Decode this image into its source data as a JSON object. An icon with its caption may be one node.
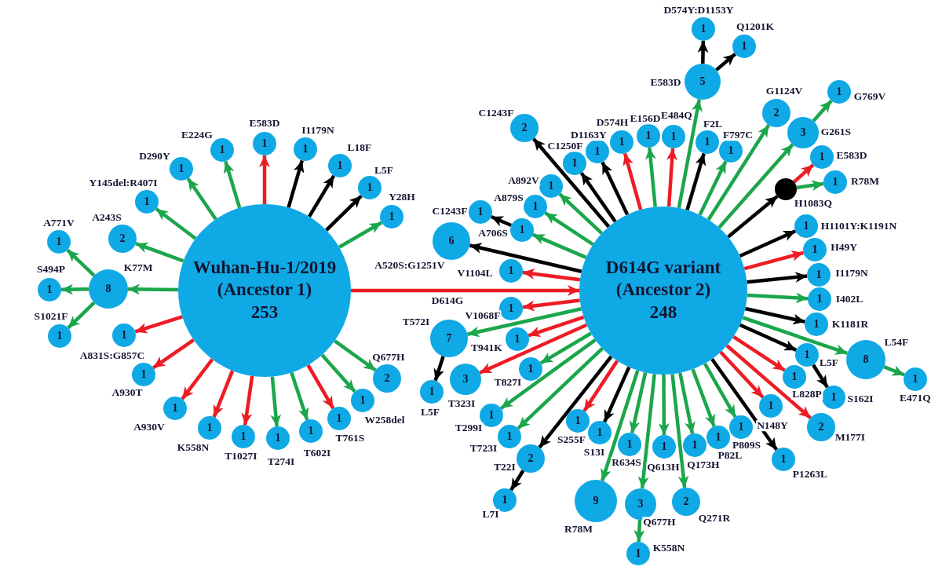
{
  "diagram": {
    "nodes": [
      {
        "text": [
          "Wuhan-Hu-1/2019 (Ancestor 1)",
          "253"
        ]
      },
      {
        "text": [
          "D614G variant (Ancestor 2)",
          "248"
        ]
      },
      {
        "text": [
          "8"
        ],
        "beside": [
          "K77M"
        ]
      },
      {
        "text": [
          "1"
        ],
        "beside": [
          "A771V"
        ]
      },
      {
        "text": [
          "1"
        ],
        "beside": [
          "S494P"
        ]
      },
      {
        "text": [
          "1"
        ],
        "beside": [
          "S1021F"
        ]
      },
      {
        "text": [
          "2"
        ],
        "beside": [
          "A243S"
        ]
      },
      {
        "text": [
          "1"
        ],
        "beside": [
          "Y145del:R407I"
        ]
      },
      {
        "text": [
          "1"
        ],
        "beside": [
          "D290Y"
        ]
      },
      {
        "text": [
          "1"
        ],
        "beside": [
          "E224G"
        ]
      },
      {
        "text": [
          "1"
        ],
        "beside": [
          "E583D"
        ]
      },
      {
        "text": [
          "1"
        ],
        "beside": [
          "I1179N"
        ]
      },
      {
        "text": [
          "1"
        ],
        "beside": [
          "L18F"
        ]
      },
      {
        "text": [
          "1"
        ],
        "beside": [
          "L5F"
        ]
      },
      {
        "text": [
          "1"
        ],
        "beside": [
          "Y28H"
        ]
      },
      {
        "text": [
          "2"
        ],
        "beside": [
          "Q677H"
        ]
      },
      {
        "text": [
          "1"
        ],
        "beside": [
          "W258del"
        ]
      },
      {
        "text": [
          "1"
        ],
        "beside": [
          "T761S"
        ]
      },
      {
        "text": [
          "1"
        ],
        "beside": [
          "T602I"
        ]
      },
      {
        "text": [
          "1"
        ],
        "beside": [
          "T274I"
        ]
      },
      {
        "text": [
          "1"
        ],
        "beside": [
          "T1027I"
        ]
      },
      {
        "text": [
          "1"
        ],
        "beside": [
          "K558N"
        ]
      },
      {
        "text": [
          "1"
        ],
        "beside": [
          "A930V"
        ]
      },
      {
        "text": [
          "1"
        ],
        "beside": [
          "A930T"
        ]
      },
      {
        "text": [
          "1"
        ],
        "beside": [
          "A831S:G857C"
        ]
      },
      {
        "text": [
          "6"
        ],
        "beside": [
          "A520S:G1251V"
        ]
      },
      {
        "text": [
          "1"
        ],
        "beside": [
          "A706S"
        ]
      },
      {
        "text": [
          "1"
        ],
        "beside": [
          "C1243F"
        ]
      },
      {
        "text": [
          "1"
        ],
        "beside": [
          "A879S"
        ]
      },
      {
        "text": [
          "1"
        ],
        "beside": [
          "A892V"
        ]
      },
      {
        "text": [
          "2"
        ],
        "beside": [
          "C1243F"
        ]
      },
      {
        "text": [
          "1"
        ],
        "beside": [
          "C1250F"
        ]
      },
      {
        "text": [
          "1"
        ],
        "beside": [
          "D1163Y"
        ]
      },
      {
        "text": [
          "1"
        ],
        "beside": [
          "D574H"
        ]
      },
      {
        "text": [
          "1"
        ],
        "beside": [
          "E156D"
        ]
      },
      {
        "text": [
          "1"
        ],
        "beside": [
          "E484Q"
        ]
      },
      {
        "text": [
          "5"
        ],
        "beside": [
          "E583D"
        ]
      },
      {
        "text": [
          "1"
        ],
        "beside": [
          "D574Y:D1153Y"
        ]
      },
      {
        "text": [
          "1"
        ],
        "beside": [
          "Q1201K"
        ]
      },
      {
        "text": [
          "1"
        ],
        "beside": [
          "F2L"
        ]
      },
      {
        "text": [
          "1"
        ],
        "beside": [
          "F797C"
        ]
      },
      {
        "text": [
          "2"
        ],
        "beside": [
          "G1124V"
        ]
      },
      {
        "text": [
          "3"
        ],
        "beside": [
          "G261S"
        ]
      },
      {
        "text": [
          "1"
        ],
        "beside": [
          "G769V"
        ]
      },
      {
        "text": [],
        "shape": "circle",
        "beside": [
          "H1083Q"
        ]
      },
      {
        "text": [
          "1"
        ],
        "beside": [
          "E583D"
        ]
      },
      {
        "text": [
          "1"
        ],
        "beside": [
          "R78M"
        ]
      },
      {
        "text": [
          "1"
        ],
        "beside": [
          "H1101Y:K1191N"
        ]
      },
      {
        "text": [
          "1"
        ],
        "beside": [
          "H49Y"
        ]
      },
      {
        "text": [
          "1"
        ],
        "beside": [
          "I1179N"
        ]
      },
      {
        "text": [
          "1"
        ],
        "beside": [
          "I402L"
        ]
      },
      {
        "text": [
          "1"
        ],
        "beside": [
          "K1181R"
        ]
      },
      {
        "text": [
          "8"
        ],
        "beside": [
          "L54F"
        ]
      },
      {
        "text": [
          "1"
        ],
        "beside": [
          "E471Q"
        ]
      },
      {
        "text": [
          "1"
        ],
        "beside": [
          "L5F"
        ]
      },
      {
        "text": [
          "1"
        ],
        "beside": [
          "S162I"
        ]
      },
      {
        "text": [
          "1"
        ],
        "beside": [
          "L828P"
        ]
      },
      {
        "text": [
          "2"
        ],
        "beside": [
          "M177I"
        ]
      },
      {
        "text": [
          "1"
        ],
        "beside": [
          "N148Y"
        ]
      },
      {
        "text": [
          "1"
        ],
        "beside": [
          "P1263L"
        ]
      },
      {
        "text": [
          "1"
        ],
        "beside": [
          "P809S"
        ]
      },
      {
        "text": [
          "1"
        ],
        "beside": [
          "P82L"
        ]
      },
      {
        "text": [
          "1"
        ],
        "beside": [
          "Q173H"
        ]
      },
      {
        "text": [
          "2"
        ],
        "beside": [
          "Q271R"
        ]
      },
      {
        "text": [
          "1"
        ],
        "beside": [
          "Q613H"
        ]
      },
      {
        "text": [
          "3"
        ],
        "beside": [
          "Q677H"
        ]
      },
      {
        "text": [
          "1"
        ],
        "beside": [
          "K558N"
        ]
      },
      {
        "text": [
          "1"
        ],
        "beside": [
          "R634S"
        ]
      },
      {
        "text": [
          "9"
        ],
        "beside": [
          "R78M"
        ]
      },
      {
        "text": [
          "1"
        ],
        "beside": [
          "S13I"
        ]
      },
      {
        "text": [
          "1"
        ],
        "beside": [
          "S255F"
        ]
      },
      {
        "text": [
          "2"
        ],
        "beside": [
          "T22I"
        ]
      },
      {
        "text": [
          "1"
        ],
        "beside": [
          "L7I"
        ]
      },
      {
        "text": [
          "1"
        ],
        "beside": [
          "T723I"
        ]
      },
      {
        "text": [
          "1"
        ],
        "beside": [
          "T299I"
        ]
      },
      {
        "text": [
          "3"
        ],
        "beside": [
          "T323I"
        ]
      },
      {
        "text": [
          "1"
        ],
        "beside": [
          "T827I"
        ]
      },
      {
        "text": [
          "1"
        ],
        "beside": [
          "T941K"
        ]
      },
      {
        "text": [
          "7"
        ],
        "beside": [
          "T572I"
        ]
      },
      {
        "text": [
          "1"
        ],
        "beside": [
          "L5F"
        ]
      },
      {
        "text": [
          "1"
        ],
        "beside": [
          "V1068F"
        ]
      },
      {
        "text": [
          "1"
        ],
        "beside": [
          "V1104L"
        ]
      }
    ],
    "edges": [
      {
        "from": 0,
        "to": 1,
        "arrow": "to",
        "label": "D614G",
        "color": "#ed1c24"
      },
      {
        "from": 0,
        "to": 2,
        "arrow": "to"
      },
      {
        "from": 2,
        "to": 3,
        "arrow": "to"
      },
      {
        "from": 2,
        "to": 4,
        "arrow": "to"
      },
      {
        "from": 2,
        "to": 5,
        "arrow": "to"
      },
      {
        "from": 0,
        "to": 6,
        "arrow": "to"
      },
      {
        "from": 0,
        "to": 7,
        "arrow": "to"
      },
      {
        "from": 0,
        "to": 8,
        "arrow": "to"
      },
      {
        "from": 0,
        "to": 9,
        "arrow": "to"
      },
      {
        "from": 0,
        "to": 10,
        "arrow": "to",
        "color": "#ed1c24"
      },
      {
        "from": 0,
        "to": 11,
        "arrow": "to",
        "color": "#000000"
      },
      {
        "from": 0,
        "to": 12,
        "arrow": "to",
        "color": "#000000"
      },
      {
        "from": 0,
        "to": 13,
        "arrow": "to",
        "color": "#000000"
      },
      {
        "from": 0,
        "to": 14,
        "arrow": "to"
      },
      {
        "from": 0,
        "to": 15,
        "arrow": "to"
      },
      {
        "from": 0,
        "to": 16,
        "arrow": "to"
      },
      {
        "from": 0,
        "to": 17,
        "arrow": "to",
        "color": "#ed1c24"
      },
      {
        "from": 0,
        "to": 18,
        "arrow": "to"
      },
      {
        "from": 0,
        "to": 19,
        "arrow": "to"
      },
      {
        "from": 0,
        "to": 20,
        "arrow": "to",
        "color": "#ed1c24"
      },
      {
        "from": 0,
        "to": 21,
        "arrow": "to",
        "color": "#ed1c24"
      },
      {
        "from": 0,
        "to": 22,
        "arrow": "to",
        "color": "#ed1c24"
      },
      {
        "from": 0,
        "to": 23,
        "arrow": "to",
        "color": "#ed1c24"
      },
      {
        "from": 0,
        "to": 24,
        "arrow": "to",
        "color": "#ed1c24"
      },
      {
        "from": 1,
        "to": 25,
        "arrow": "to",
        "color": "#000000"
      },
      {
        "from": 1,
        "to": 26,
        "arrow": "to"
      },
      {
        "from": 26,
        "to": 27,
        "arrow": "to",
        "color": "#000000"
      },
      {
        "from": 1,
        "to": 28,
        "arrow": "to"
      },
      {
        "from": 1,
        "to": 29,
        "arrow": "to"
      },
      {
        "from": 1,
        "to": 30,
        "arrow": "to",
        "color": "#000000"
      },
      {
        "from": 1,
        "to": 31,
        "arrow": "to",
        "color": "#000000"
      },
      {
        "from": 1,
        "to": 32,
        "arrow": "to",
        "color": "#000000"
      },
      {
        "from": 1,
        "to": 33,
        "arrow": "to",
        "color": "#ed1c24"
      },
      {
        "from": 1,
        "to": 34,
        "arrow": "to"
      },
      {
        "from": 1,
        "to": 35,
        "arrow": "to",
        "color": "#ed1c24"
      },
      {
        "from": 1,
        "to": 36,
        "arrow": "to"
      },
      {
        "from": 36,
        "to": 37,
        "arrow": "to",
        "color": "#000000"
      },
      {
        "from": 36,
        "to": 38,
        "arrow": "to",
        "color": "#000000"
      },
      {
        "from": 1,
        "to": 39,
        "arrow": "to",
        "color": "#000000"
      },
      {
        "from": 1,
        "to": 40,
        "arrow": "to"
      },
      {
        "from": 1,
        "to": 41,
        "arrow": "to"
      },
      {
        "from": 1,
        "to": 42,
        "arrow": "to"
      },
      {
        "from": 42,
        "to": 43,
        "arrow": "to"
      },
      {
        "from": 1,
        "to": 44,
        "arrow": "to",
        "color": "#000000"
      },
      {
        "from": 44,
        "to": 45,
        "arrow": "to",
        "color": "#ed1c24"
      },
      {
        "from": 44,
        "to": 46,
        "arrow": "to"
      },
      {
        "from": 1,
        "to": 47,
        "arrow": "to",
        "color": "#000000"
      },
      {
        "from": 1,
        "to": 48,
        "arrow": "to",
        "color": "#ed1c24"
      },
      {
        "from": 1,
        "to": 49,
        "arrow": "to",
        "color": "#000000"
      },
      {
        "from": 1,
        "to": 50,
        "arrow": "to"
      },
      {
        "from": 1,
        "to": 51,
        "arrow": "to",
        "color": "#000000"
      },
      {
        "from": 1,
        "to": 52,
        "arrow": "to"
      },
      {
        "from": 52,
        "to": 53,
        "arrow": "to"
      },
      {
        "from": 1,
        "to": 54,
        "arrow": "to",
        "color": "#000000"
      },
      {
        "from": 54,
        "to": 55,
        "arrow": "to",
        "color": "#000000"
      },
      {
        "from": 1,
        "to": 56,
        "arrow": "to",
        "color": "#ed1c24"
      },
      {
        "from": 1,
        "to": 57,
        "arrow": "to",
        "color": "#ed1c24"
      },
      {
        "from": 1,
        "to": 58,
        "arrow": "to",
        "color": "#ed1c24"
      },
      {
        "from": 1,
        "to": 59,
        "arrow": "to",
        "color": "#000000"
      },
      {
        "from": 1,
        "to": 60,
        "arrow": "to"
      },
      {
        "from": 1,
        "to": 61,
        "arrow": "to"
      },
      {
        "from": 1,
        "to": 62,
        "arrow": "to"
      },
      {
        "from": 1,
        "to": 63,
        "arrow": "to"
      },
      {
        "from": 1,
        "to": 64,
        "arrow": "to"
      },
      {
        "from": 1,
        "to": 65,
        "arrow": "to"
      },
      {
        "from": 65,
        "to": 66,
        "arrow": "to"
      },
      {
        "from": 1,
        "to": 67,
        "arrow": "to"
      },
      {
        "from": 1,
        "to": 68,
        "arrow": "to"
      },
      {
        "from": 1,
        "to": 69,
        "arrow": "to",
        "color": "#000000"
      },
      {
        "from": 1,
        "to": 70,
        "arrow": "to",
        "color": "#ed1c24"
      },
      {
        "from": 1,
        "to": 71,
        "arrow": "to",
        "color": "#000000"
      },
      {
        "from": 71,
        "to": 72,
        "arrow": "to",
        "color": "#000000"
      },
      {
        "from": 1,
        "to": 73,
        "arrow": "to"
      },
      {
        "from": 1,
        "to": 74,
        "arrow": "to"
      },
      {
        "from": 1,
        "to": 75,
        "arrow": "to",
        "color": "#ed1c24"
      },
      {
        "from": 1,
        "to": 76,
        "arrow": "to"
      },
      {
        "from": 1,
        "to": 77,
        "arrow": "to",
        "color": "#ed1c24"
      },
      {
        "from": 1,
        "to": 78,
        "arrow": "to"
      },
      {
        "from": 78,
        "to": 79,
        "arrow": "to",
        "color": "#000000"
      },
      {
        "from": 1,
        "to": 80,
        "arrow": "to",
        "color": "#ed1c24"
      },
      {
        "from": 1,
        "to": 81,
        "arrow": "to",
        "color": "#ed1c24"
      }
    ]
  }
}
